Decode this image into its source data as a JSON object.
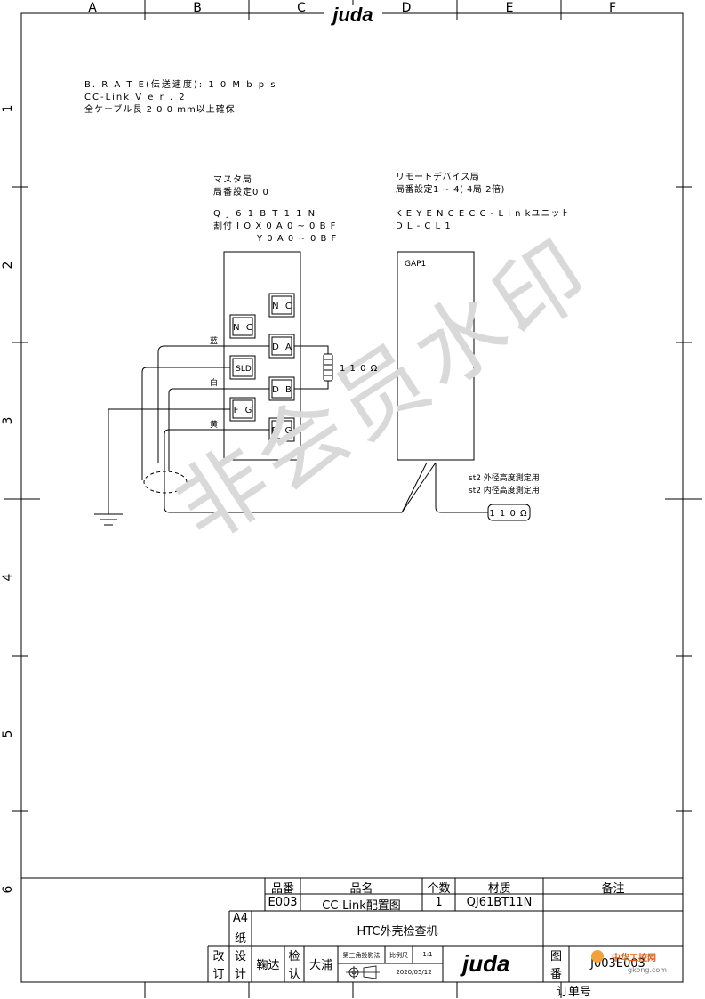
{
  "border": {
    "columns": [
      "A",
      "B",
      "C",
      "D",
      "E",
      "F"
    ],
    "rows": [
      "1",
      "2",
      "3",
      "4",
      "5",
      "6"
    ],
    "logo": "juda"
  },
  "notes": {
    "line1": "B. R A T E(伝送速度): 1 0 M b p s",
    "line2": "CC-Link  V e r . 2",
    "line3": "全ケーブル長   2 0 0 mm以上確保"
  },
  "master": {
    "title": "マスタ局",
    "station": "局番設定0 0",
    "model": "Q J 6 1 B T 1 1 N",
    "io_x": "割付 I O  X 0 A 0 ~ 0 B F",
    "io_y": "Y 0 A 0 ~ 0 B F",
    "terminals": {
      "nc_right": "N C",
      "nc_left": "N C",
      "da": "D A",
      "sld": "SLD",
      "db": "D B",
      "fg": "F G",
      "dg": "D G"
    },
    "wire_colors": {
      "blue": "蓝",
      "white": "白",
      "yellow": "黄"
    },
    "resistor": "1 1 0 Ω"
  },
  "remote": {
    "title": "リモートデバイス局",
    "station": "局番設定1 ~ 4( 4局 2倍)",
    "model": "K E Y E N C E  C C - L i n kユニット",
    "model2": "D L - C L 1",
    "unit_label": "GAP1",
    "note1": "st2 外径高度測定用",
    "note2": "st2 内径高度測定用",
    "resistor": "1 1 0 Ω"
  },
  "watermark": "非会员水印",
  "title_block": {
    "h_part_no": "品番",
    "h_part_name": "品名",
    "h_qty": "个数",
    "h_material": "材质",
    "h_remarks": "备注",
    "part_no": "E003",
    "part_name": "CC-Link配置图",
    "qty": "1",
    "material": "QJ61BT11N",
    "paper1": "A4",
    "paper2": "纸",
    "project": "HTC外壳检查机",
    "rev1": "改",
    "rev2": "订",
    "design1": "设",
    "design2": "计",
    "designer": "鞠达",
    "check1": "检",
    "check2": "认",
    "checker": "大浦",
    "projection": "第三角投影法",
    "scale_label": "比例尺",
    "scale": "1:1",
    "date": "2020/05/12",
    "logo": "juda",
    "drawing_no1": "图",
    "drawing_no2": "番",
    "drawing_no": "J003E003",
    "order_no": "订单号"
  },
  "brand_badge": {
    "name": "中华工控网",
    "url": "gkong.com"
  }
}
